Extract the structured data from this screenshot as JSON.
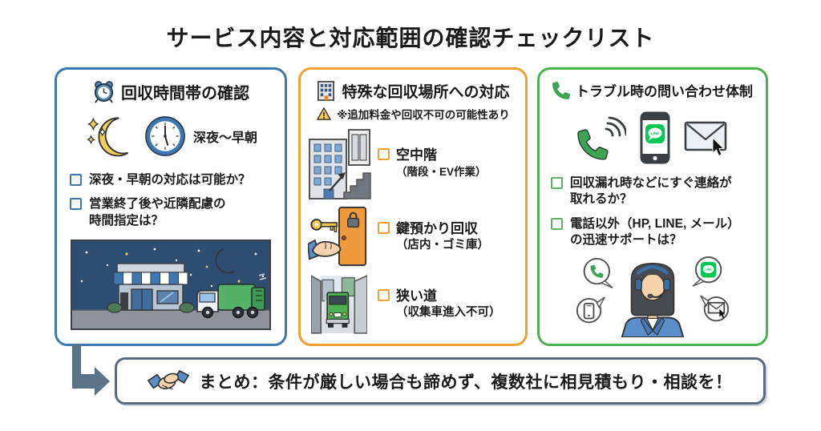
{
  "title": "サービス内容と対応範囲の確認チェックリスト",
  "colors": {
    "time_panel_accent": "#3d78b3",
    "location_panel_accent": "#f0a132",
    "support_panel_accent": "#4caf50",
    "summary_border": "#5a6b7d",
    "arrow": "#5c7286",
    "line_green": "#06c755",
    "warning_yellow": "#f7c948",
    "truck_green": "#4caf50",
    "moon_yellow": "#f2cf5b"
  },
  "panels": {
    "time": {
      "header": "回収時間帯の確認",
      "time_range": "深夜～早朝",
      "checks": [
        "深夜・早朝の対応は可能か？",
        "営業終了後や近隣配慮の\n時間指定は？"
      ]
    },
    "location": {
      "header": "特殊な回収場所への対応",
      "warning": "※追加料金や回収不可の可能性あり",
      "items": [
        {
          "label": "空中階",
          "note_inline": "（階段・EV作業）"
        },
        {
          "label": "鍵預かり回収",
          "note_block": "（店内・ゴミ庫）"
        },
        {
          "label": "狭い道",
          "note_block": "（収集車進入不可）"
        }
      ]
    },
    "support": {
      "header": "トラブル時の問い合わせ体制",
      "checks": [
        "回収漏れ時などにすぐ連絡が\n取れるか？",
        "電話以外（HP, LINE, メール）\nの迅速サポートは？"
      ]
    }
  },
  "summary": {
    "text": "まとめ：条件が厳しい場合も諦めず、複数社に相見積もり・相談を！"
  },
  "icons": {
    "alarm-clock-icon": "alarm clock",
    "moon-stars-icon": "crescent moon with stars",
    "clock-icon": "wall clock",
    "building-icon": "office building",
    "warning-icon": "warning triangle",
    "building-elevator-stairs-icon": "building with elevator and stairs",
    "key-door-icon": "hand holding key at door",
    "narrow-street-truck-icon": "truck in narrow street",
    "phone-icon": "telephone handset",
    "phone-waves-icon": "ringing phone",
    "line-smartphone-icon": "smartphone with LINE app",
    "mail-cursor-icon": "email with cursor",
    "night-shop-truck-illustration": "shop and garbage truck at night",
    "operator-illustration": "call center operator with contact bubbles",
    "handshake-icon": "handshake",
    "flow-arrow": "L-shaped arrow"
  }
}
